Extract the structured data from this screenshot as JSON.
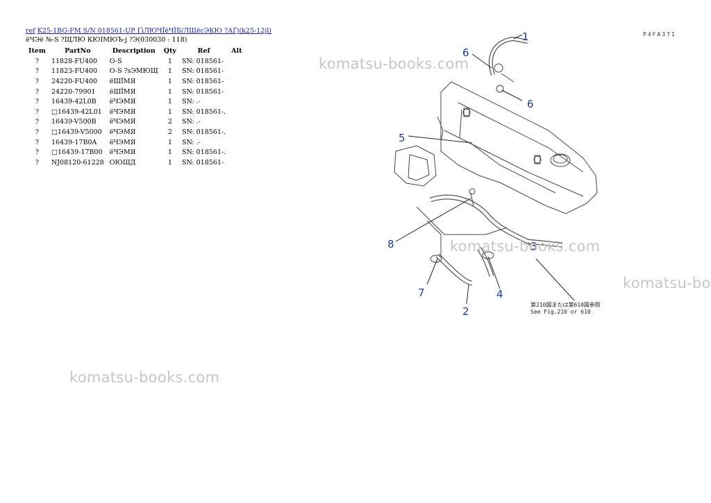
{
  "header": {
    "ref_link": "ref",
    "model_link": "K25-1BG-FM S/N 018561-UP ҐіЛЮЧЇёЧЇБ/ЛЩёсЭКЮ ?АЃј(k25-12jl)",
    "subtitle": "ёЧЭё №-S ?ЩЛЮ КЮІМЮЪ-ј ?Э(030030 : 118)"
  },
  "table": {
    "columns": [
      "Item",
      "PartNo",
      "Description",
      "Qty",
      "Ref",
      "Alt"
    ],
    "rows": [
      {
        "item": "?",
        "partno": "11828-FU400",
        "desc": "O-S",
        "qty": "1",
        "ref": "SN: 018561-",
        "alt": ""
      },
      {
        "item": "?",
        "partno": "11823-FU400",
        "desc": "O-S ?sЭМЮЩ",
        "qty": "1",
        "ref": "SN: 018561-",
        "alt": ""
      },
      {
        "item": "?",
        "partno": "24220-FU400",
        "desc": "ёШЇМЯ",
        "qty": "1",
        "ref": "SN: 018561-",
        "alt": ""
      },
      {
        "item": "?",
        "partno": "24220-79901",
        "desc": "ёШЇМЯ",
        "qty": "1",
        "ref": "SN: 018561-",
        "alt": ""
      },
      {
        "item": "?",
        "partno": "16439-42L0B",
        "desc": "ёЧЭМЯ",
        "qty": "1",
        "ref": "SN: .-",
        "alt": ""
      },
      {
        "item": "?",
        "partno": "□16439-42L01",
        "desc": "ёЧЭМЯ",
        "qty": "1",
        "ref": "SN: 018561-.",
        "alt": ""
      },
      {
        "item": "?",
        "partno": "16439-V500B",
        "desc": "ёЧЭМЯ",
        "qty": "2",
        "ref": "SN: .-",
        "alt": ""
      },
      {
        "item": "?",
        "partno": "□16439-V5000",
        "desc": "ёЧЭМЯ",
        "qty": "2",
        "ref": "SN: 018561-.",
        "alt": ""
      },
      {
        "item": "?",
        "partno": "16439-17B0A",
        "desc": "ёЧЭМЯ",
        "qty": "1",
        "ref": "SN: .-",
        "alt": ""
      },
      {
        "item": "?",
        "partno": "□16439-17B00",
        "desc": "ёЧЭМЯ",
        "qty": "1",
        "ref": "SN: 018561-.",
        "alt": ""
      },
      {
        "item": "?",
        "partno": "NJ08120-61228",
        "desc": "ОЮЩД",
        "qty": "1",
        "ref": "SN: 018561-",
        "alt": ""
      }
    ]
  },
  "figure": {
    "code": "P4FA371",
    "callouts": [
      "1",
      "6",
      "6",
      "5",
      "8",
      "3",
      "7",
      "4",
      "2"
    ],
    "note_line1": "第210図または第610図参照",
    "note_line2": "See Fig.210 or 610"
  },
  "watermarks": [
    "komatsu-books.com",
    "komatsu-books.com",
    "komatsu-books.com",
    "komatsu-books.com"
  ],
  "colors": {
    "link": "#1a1aa6",
    "callout": "#1a3e8a",
    "watermark": "#c6c6c6"
  }
}
